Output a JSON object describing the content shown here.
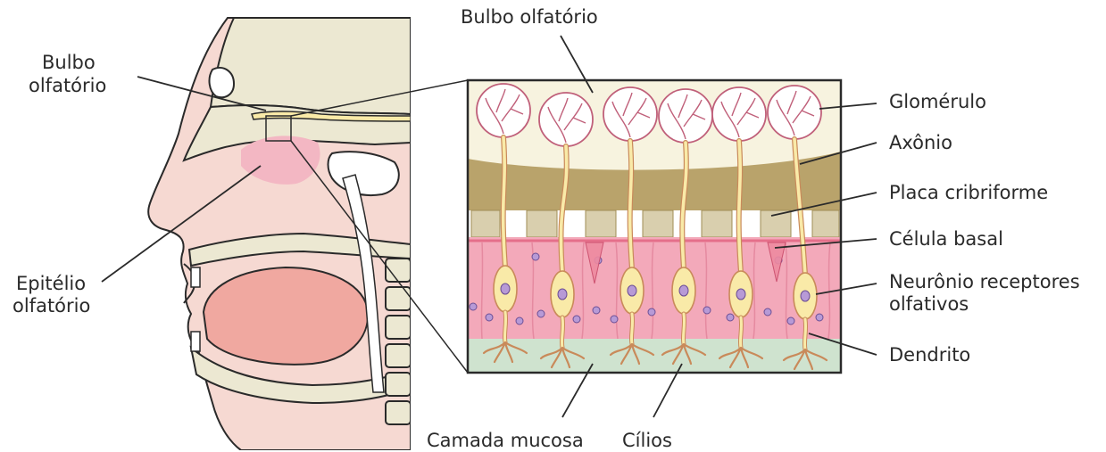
{
  "labels": {
    "bulbo_top": "Bulbo olfatório",
    "bulbo_left_1": "Bulbo",
    "bulbo_left_2": "olfatório",
    "epitelio_1": "Epitélio",
    "epitelio_2": "olfatório",
    "glomerulo": "Glomérulo",
    "axonio": "Axônio",
    "placa": "Placa cribriforme",
    "celula_basal": "Célula basal",
    "neuronio_1": "Neurônio receptores",
    "neuronio_2": "olfativos",
    "dendrito": "Dendrito",
    "camada": "Camada mucosa",
    "cilios": "Cílios"
  },
  "colors": {
    "outline": "#2a2a2a",
    "skin": "#f6d9d2",
    "bone": "#ece8d2",
    "epithelium_pink": "#f3a9ba",
    "bulb_cream": "#f7f3df",
    "cribriform": "#b9a36b",
    "neuron_yellow": "#f9eaa8",
    "mucus_green": "#cfe3cf",
    "nucleus_purple": "#b79ad6",
    "tongue": "#f0a8a0"
  }
}
